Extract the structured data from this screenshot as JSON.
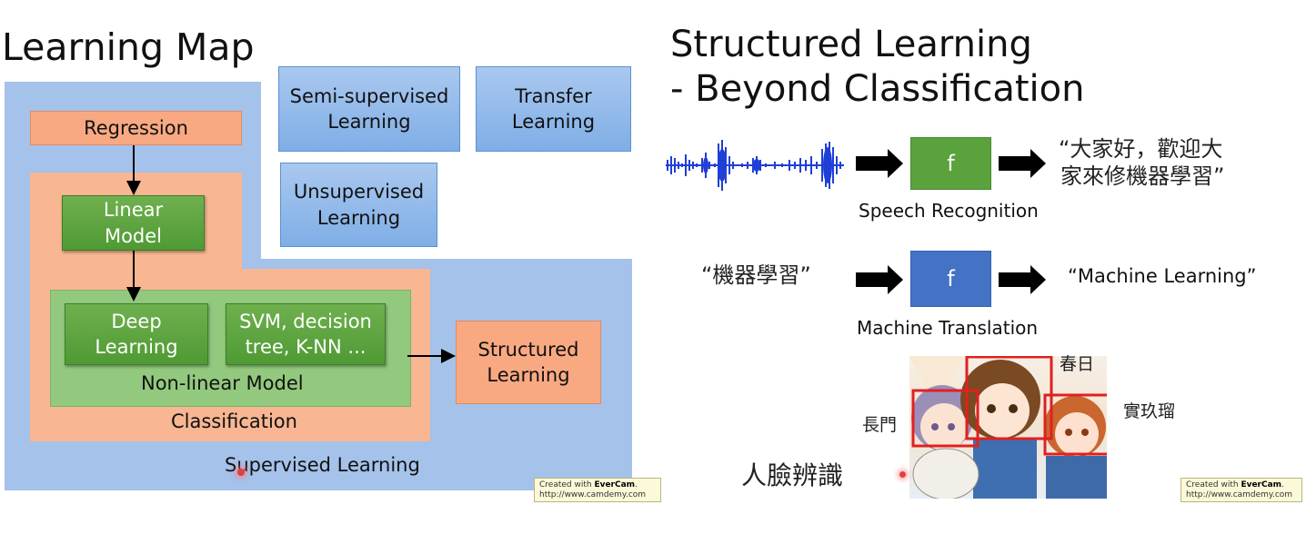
{
  "left": {
    "title": "Learning Map",
    "supervised": "Supervised Learning",
    "classification": "Classification",
    "nonlinear": "Non-linear Model",
    "regression": "Regression",
    "linear_model": [
      "Linear",
      "Model"
    ],
    "deep_learning": [
      "Deep",
      "Learning"
    ],
    "svm": [
      "SVM, decision",
      "tree, K-NN ..."
    ],
    "structured": [
      "Structured",
      "Learning"
    ],
    "semi": [
      "Semi-supervised",
      "Learning"
    ],
    "transfer": [
      "Transfer",
      "Learning"
    ],
    "unsupervised": [
      "Unsupervised",
      "Learning"
    ],
    "evercam": {
      "line1": "Created with ",
      "brand": "EverCam",
      "line2": "http://www.camdemy.com"
    }
  },
  "right": {
    "title_line1": "Structured Learning",
    "title_line2": "- Beyond Classification",
    "speech": {
      "f": "f",
      "label": "Speech Recognition",
      "output_line1": "“大家好，歡迎大",
      "output_line2": "家來修機器學習”"
    },
    "translation": {
      "input": "“機器學習”",
      "f": "f",
      "label": "Machine Translation",
      "output": "“Machine Learning”"
    },
    "face": {
      "caption": "人臉辨識",
      "name_top": "春日",
      "name_left": "長門",
      "name_right": "實玖瑠"
    },
    "evercam": {
      "line1": "Created with ",
      "brand": "EverCam",
      "line2": "http://www.camdemy.com"
    }
  },
  "colors": {
    "blue_region": "#a4c2ea",
    "orange_region": "#f8b692",
    "green_region": "#92c97e",
    "green_box": "#5aa23c",
    "blue_f_box": "#4473c5",
    "red_frame": "#e02020"
  }
}
